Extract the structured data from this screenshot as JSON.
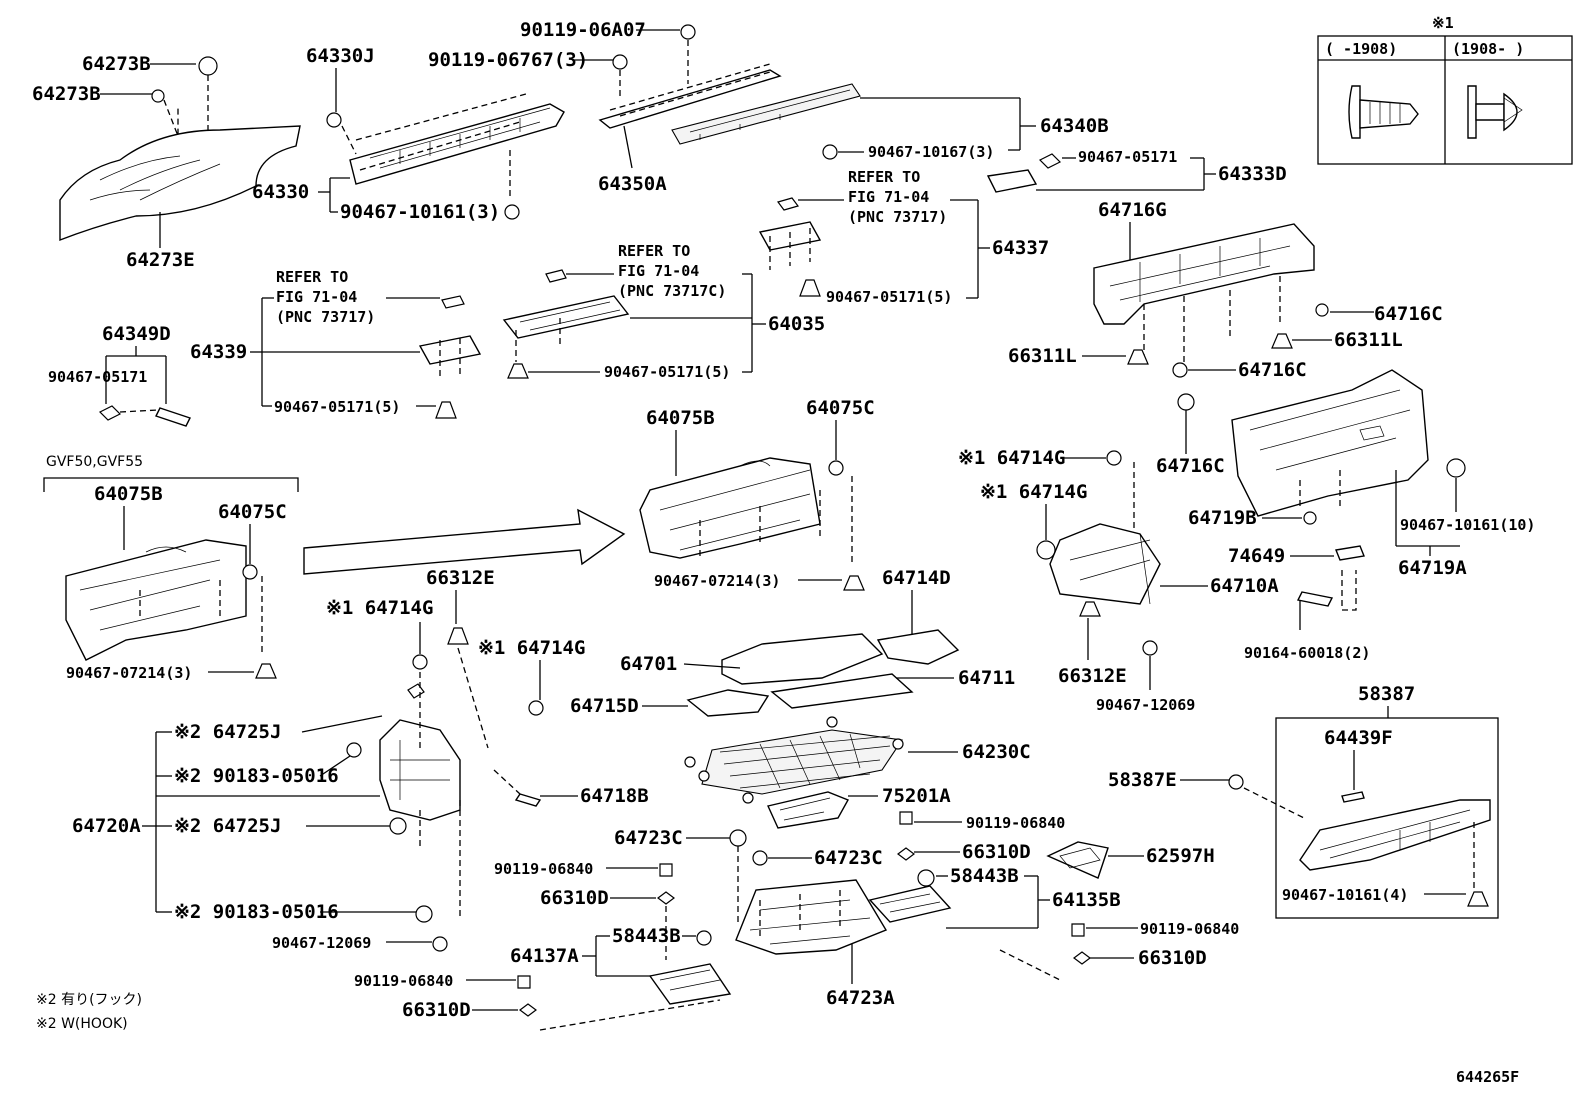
{
  "diagram_id": "644265F",
  "notes": [
    "※2 有り(フック)",
    "※2 W(HOOK)"
  ],
  "inset": {
    "mark": "※1",
    "col_left": "(     -1908)",
    "col_right": "(1908-     )"
  },
  "groups": {
    "gvf": "GVF50,GVF55"
  },
  "refs": {
    "r1": [
      "REFER TO",
      "FIG 71-04",
      "(PNC 73717)"
    ],
    "r2": [
      "REFER TO",
      "FIG 71-04",
      "(PNC 73717C)"
    ],
    "r3": [
      "REFER TO",
      "FIG 71-04",
      "(PNC 73717)"
    ]
  },
  "labels": {
    "l64273B_1": "64273B",
    "l64273B_2": "64273B",
    "l64273E": "64273E",
    "l64330J": "64330J",
    "l64330": "64330",
    "l90467_10161_3": "90467-10161(3)",
    "l90119_06A07": "90119-06A07",
    "l90119_06767": "90119-06767(3)",
    "l64350A": "64350A",
    "l64340B": "64340B",
    "l90467_10167": "90467-10167(3)",
    "l90467_05171_a": "90467-05171",
    "l64333D": "64333D",
    "l64337": "64337",
    "l90467_05171_5a": "90467-05171(5)",
    "l64035": "64035",
    "l90467_05171_5b": "90467-05171(5)",
    "l64339": "64339",
    "l90467_05171_5c": "90467-05171(5)",
    "l64349D": "64349D",
    "l90467_05171_b": "90467-05171",
    "l64716G": "64716G",
    "l64716C_1": "64716C",
    "l66311L_1": "66311L",
    "l66311L_2": "66311L",
    "l64716C_2": "64716C",
    "l64716C_3": "64716C",
    "l64075B_1": "64075B",
    "l64075C_1": "64075C",
    "l90467_07214_a": "90467-07214(3)",
    "l64075B_2": "64075B",
    "l64075C_2": "64075C",
    "l90467_07214_b": "90467-07214(3)",
    "l64714G_1": "※1 64714G",
    "l64714G_2": "※1 64714G",
    "l64714G_3": "※1 64714G",
    "l64714G_4": "※1 64714G",
    "l66312E_1": "66312E",
    "l66312E_2": "66312E",
    "l64719B": "64719B",
    "l90467_10161_10": "90467-10161(10)",
    "l74649": "74649",
    "l64719A": "64719A",
    "l64710A": "64710A",
    "l90164_60018": "90164-60018(2)",
    "l90467_12069_a": "90467-12069",
    "l64714D": "64714D",
    "l64701": "64701",
    "l64711": "64711",
    "l64715D": "64715D",
    "l64230C": "64230C",
    "l75201A": "75201A",
    "l64718B": "64718B",
    "l64725J_1": "※2 64725J",
    "l90183_05016_1": "※2 90183-05016",
    "l64720A": "64720A",
    "l64725J_2": "※2 64725J",
    "l90183_05016_2": "※2 90183-05016",
    "l90467_12069_b": "90467-12069",
    "l90119_06840_a": "90119-06840",
    "l66310D_a": "66310D",
    "l90119_06840_b": "90119-06840",
    "l66310D_b": "66310D",
    "l64723C_1": "64723C",
    "l64723C_2": "64723C",
    "l90119_06840_c": "90119-06840",
    "l66310D_c": "66310D",
    "l58443B_1": "58443B",
    "l64135B": "64135B",
    "l62597H": "62597H",
    "l90119_06840_d": "90119-06840",
    "l66310D_d": "66310D",
    "l64137A": "64137A",
    "l58443B_2": "58443B",
    "l64723A": "64723A",
    "l58387": "58387",
    "l64439F": "64439F",
    "l58387E": "58387E",
    "l90467_10161_4": "90467-10161(4)"
  }
}
